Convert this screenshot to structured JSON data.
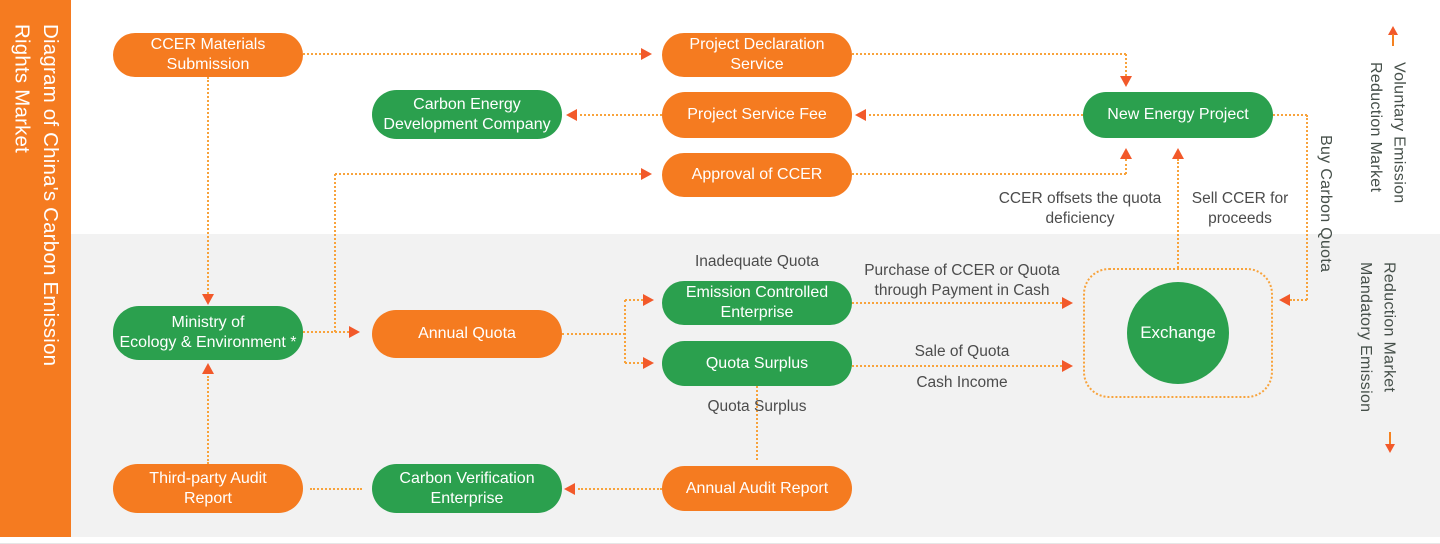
{
  "sidebar": {
    "title": "Diagram of China's Carbon Emission\nRights Market"
  },
  "sections": {
    "voluntary": "Voluntary Emission\nReduction Market",
    "mandatory": "Mandatory Emission\nReduction Market"
  },
  "nodes": {
    "ccer_materials_submission": "CCER Materials\nSubmission",
    "project_declaration_service": "Project Declaration\nService",
    "carbon_energy_development_company": "Carbon Energy\nDevelopment Company",
    "project_service_fee": "Project Service Fee",
    "new_energy_project": "New Energy Project",
    "approval_of_ccer": "Approval of CCER",
    "ministry_of_ecology_environment": "Ministry of\nEcology & Environment *",
    "annual_quota": "Annual Quota",
    "emission_controlled_enterprise": "Emission Controlled\nEnterprise",
    "quota_surplus": "Quota Surplus",
    "third_party_audit_report": "Third-party Audit\nReport",
    "carbon_verification_enterprise": "Carbon Verification\nEnterprise",
    "annual_audit_report": "Annual Audit Report",
    "exchange": "Exchange"
  },
  "labels": {
    "inadequate_quota": "Inadequate Quota",
    "quota_surplus": "Quota Surplus",
    "purchase_of_ccer": "Purchase of CCER or Quota\nthrough Payment in Cash",
    "sale_of_quota": "Sale of Quota",
    "cash_income": "Cash Income",
    "ccer_offsets": "CCER offsets the quota\ndeficiency",
    "sell_ccer": "Sell CCER for\nproceeds",
    "buy_carbon_quota": "Buy Carbon Quota"
  },
  "colors": {
    "node_orange": "#f57b20",
    "node_green": "#2ba04e",
    "connector_dot": "#f8a33c",
    "arrowhead": "#f2592a",
    "mandatory_section_bg": "#f2f2f2",
    "label_text": "#4c4c4c"
  }
}
